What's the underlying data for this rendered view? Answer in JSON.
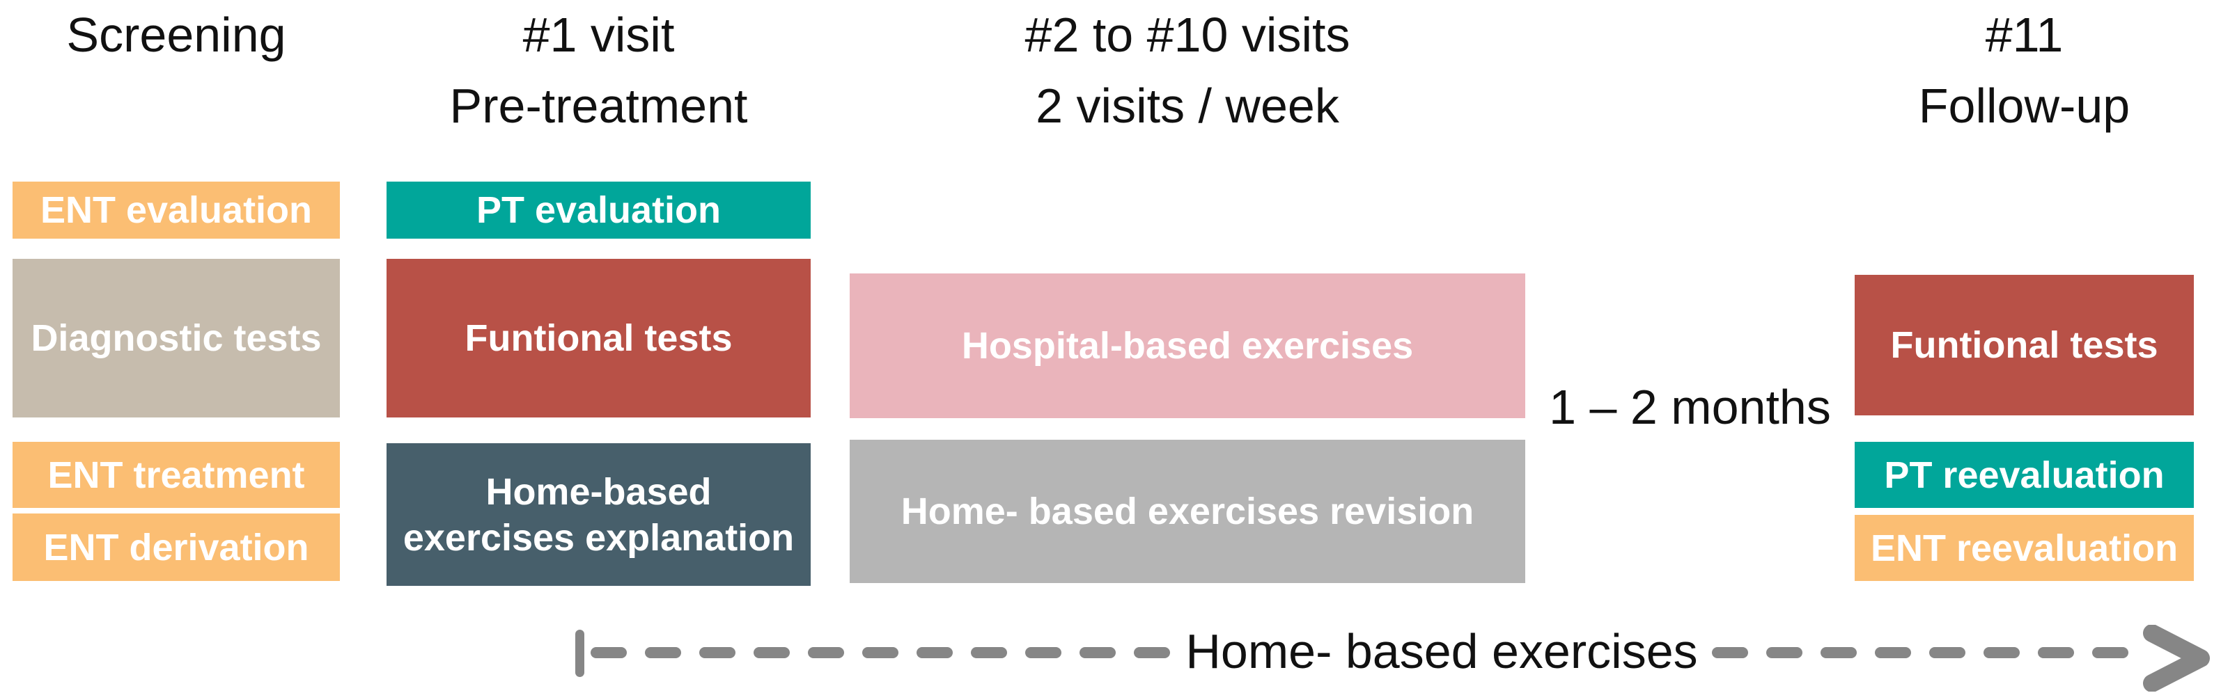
{
  "figure": {
    "columns": [
      {
        "header": {
          "line1": "Screening",
          "line2": ""
        },
        "boxes": [
          {
            "label": "ENT evaluation",
            "color": "orange"
          },
          {
            "label": "Diagnostic tests",
            "color": "taupe"
          },
          {
            "label": "ENT treatment",
            "color": "orange"
          },
          {
            "label": "ENT derivation",
            "color": "orange"
          }
        ]
      },
      {
        "header": {
          "line1": "#1 visit",
          "line2": "Pre-treatment"
        },
        "boxes": [
          {
            "label": "PT evaluation",
            "color": "teal"
          },
          {
            "label": "Funtional tests",
            "color": "red"
          },
          {
            "lines": [
              "Home-based",
              "exercises explanation"
            ],
            "color": "slate"
          }
        ]
      },
      {
        "header": {
          "line1": "#2 to #10 visits",
          "line2": "2 visits / week"
        },
        "boxes": [
          {
            "label": "Hospital-based exercises",
            "color": "pink"
          },
          {
            "label": "Home- based exercises revision",
            "color": "gray"
          }
        ]
      },
      {
        "header": {
          "line1": "#11",
          "line2": "Follow-up"
        },
        "boxes": [
          {
            "label": "Funtional tests",
            "color": "red"
          },
          {
            "label": "PT reevaluation",
            "color": "teal"
          },
          {
            "label": "ENT reevaluation",
            "color": "orange"
          }
        ]
      }
    ],
    "duration_label": "1 – 2 months",
    "timeline_label": "Home- based exercises"
  },
  "colors": {
    "orange": "#FBBE73",
    "taupe": "#C6BCAD",
    "teal": "#01A69A",
    "red": "#B85147",
    "slate": "#475F6B",
    "pink": "#EAB4BB",
    "gray": "#B5B5B5",
    "timeline_gray": "#868686",
    "text_black": "#111111",
    "text_white": "#FFFFFF"
  }
}
